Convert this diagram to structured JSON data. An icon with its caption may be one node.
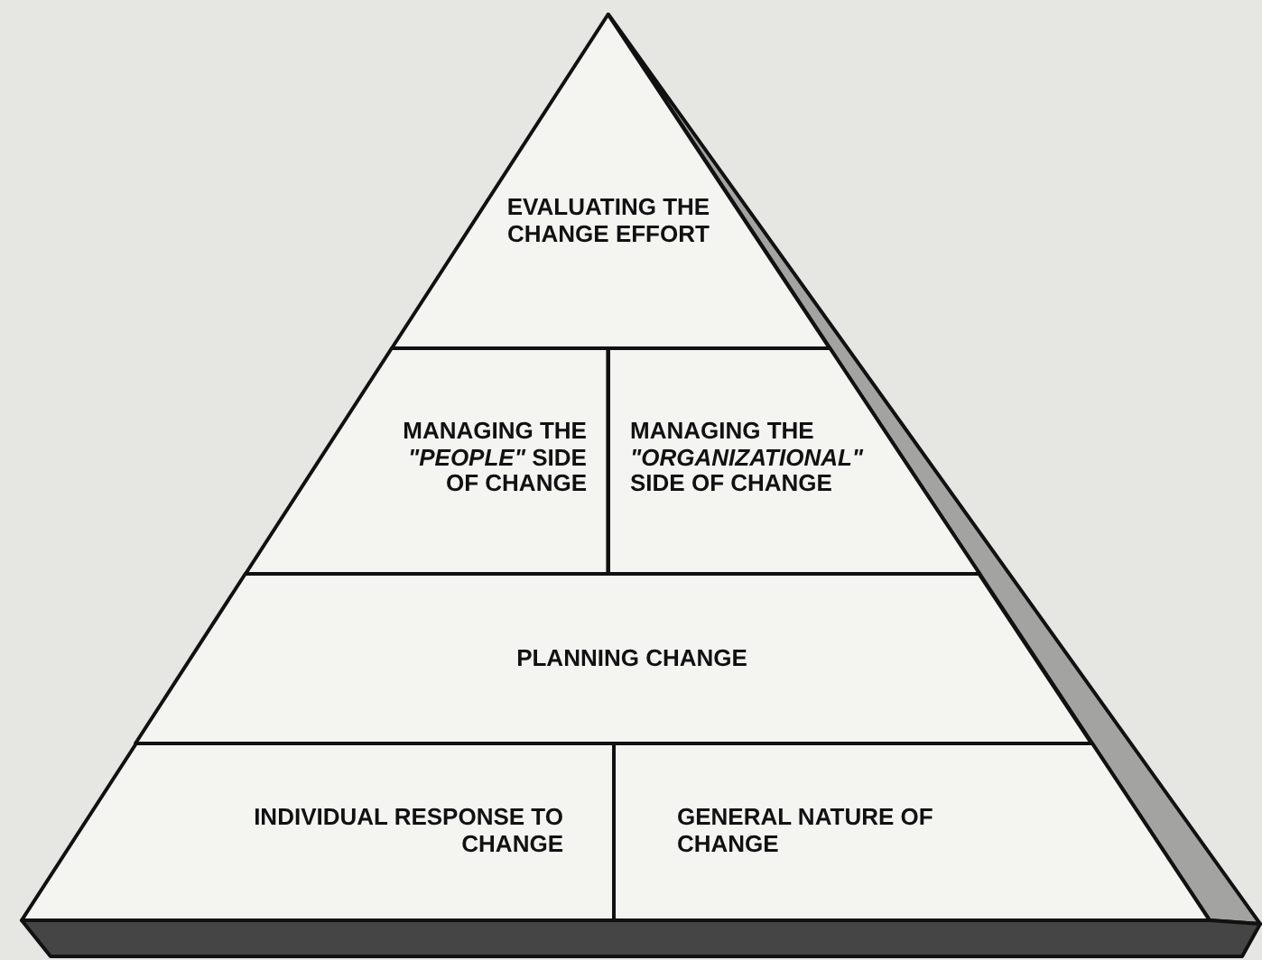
{
  "diagram": {
    "nodes": [
      {
        "text": [
          "EVALUATING THE CHANGE EFFORT"
        ]
      },
      {
        "text": [
          "MANAGING THE *\"PEOPLE\"* SIDE OF CHANGE"
        ]
      },
      {
        "text": [
          "MANAGING THE *\"ORGANIZATIONAL\"* SIDE OF CHANGE"
        ]
      },
      {
        "text": [
          "PLANNING CHANGE"
        ]
      },
      {
        "text": [
          "INDIVIDUAL RESPONSE TO CHANGE"
        ]
      },
      {
        "text": [
          "GENERAL NATURE OF CHANGE"
        ]
      }
    ]
  }
}
